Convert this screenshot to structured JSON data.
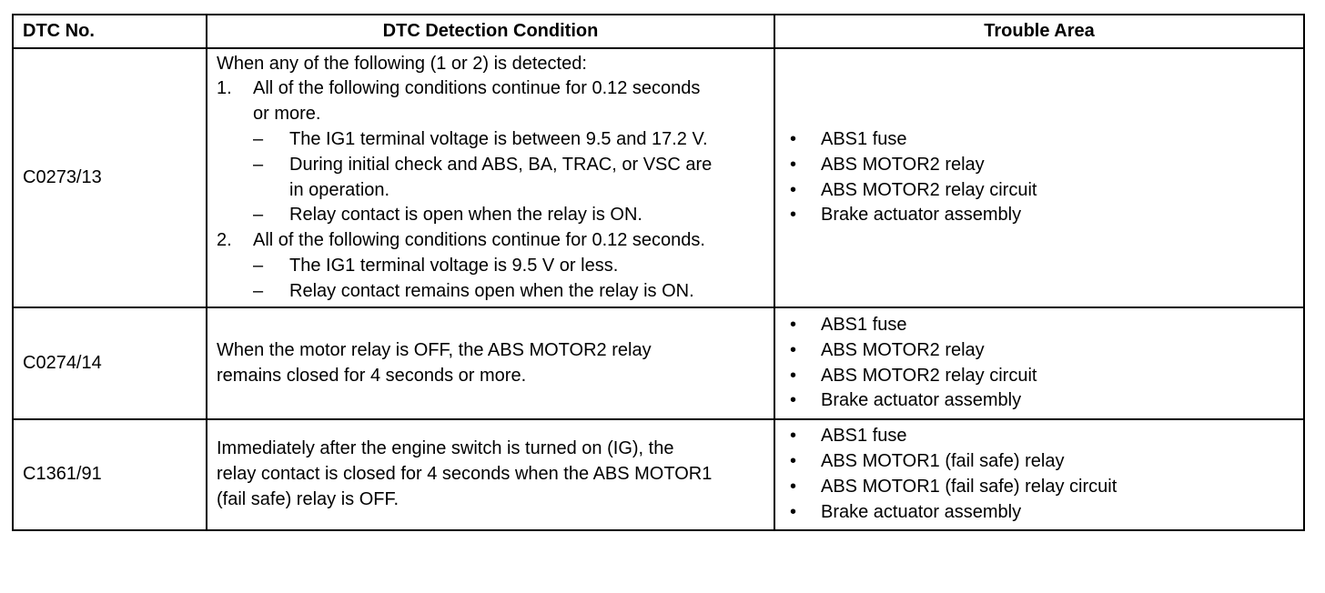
{
  "headers": {
    "dtc": "DTC No.",
    "condition": "DTC Detection Condition",
    "area": "Trouble Area"
  },
  "rows": [
    {
      "dtc": "C0273/13",
      "condition": {
        "intro": "When any of the following (1 or 2) is detected:",
        "items": [
          {
            "num": "1.",
            "text_lines": [
              "All of the following conditions continue for 0.12 seconds",
              "or more."
            ],
            "subitems": [
              {
                "dash": "–",
                "lines": [
                  "The IG1 terminal voltage is between 9.5 and 17.2 V."
                ]
              },
              {
                "dash": "–",
                "lines": [
                  "During initial check and ABS, BA, TRAC, or VSC are",
                  "in operation."
                ]
              },
              {
                "dash": "–",
                "lines": [
                  "Relay contact is open when the relay is ON."
                ]
              }
            ]
          },
          {
            "num": "2.",
            "text_lines": [
              "All of the following conditions continue for 0.12 seconds."
            ],
            "subitems": [
              {
                "dash": "–",
                "lines": [
                  "The IG1 terminal voltage is 9.5 V or less."
                ]
              },
              {
                "dash": "–",
                "lines": [
                  "Relay contact remains open when the relay is ON."
                ]
              }
            ]
          }
        ]
      },
      "areas": [
        "ABS1 fuse",
        "ABS MOTOR2 relay",
        "ABS MOTOR2 relay circuit",
        "Brake actuator assembly"
      ]
    },
    {
      "dtc": "C0274/14",
      "condition": {
        "lines": [
          "When the motor relay is OFF, the ABS MOTOR2 relay",
          "remains closed for 4 seconds or more."
        ]
      },
      "areas": [
        "ABS1 fuse",
        "ABS MOTOR2 relay",
        "ABS MOTOR2 relay circuit",
        "Brake actuator assembly"
      ]
    },
    {
      "dtc": "C1361/91",
      "condition": {
        "lines": [
          "Immediately after the engine switch is turned on (IG), the",
          "relay contact is closed for 4 seconds when the ABS MOTOR1",
          "(fail safe) relay is OFF."
        ]
      },
      "areas": [
        "ABS1 fuse",
        "ABS MOTOR1 (fail safe) relay",
        "ABS MOTOR1 (fail safe) relay circuit",
        "Brake actuator assembly"
      ]
    }
  ],
  "bullet": "•"
}
